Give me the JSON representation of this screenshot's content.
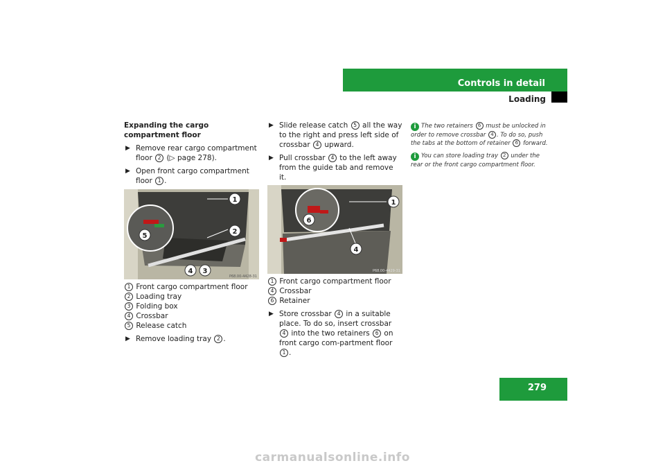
{
  "header": {
    "section": "Controls in detail",
    "subsection": "Loading"
  },
  "page_number": "279",
  "col1": {
    "heading": "Expanding the cargo compartment floor",
    "step1": {
      "pre": "Remove rear cargo compartment floor ",
      "num": "2",
      "post": " (▷ page 278)."
    },
    "step2": {
      "pre": "Open front cargo compartment floor ",
      "num": "1",
      "post": "."
    },
    "photo_ref": "P68.00-4428-31",
    "captions": [
      {
        "num": "1",
        "text": "Front cargo compartment floor"
      },
      {
        "num": "2",
        "text": "Loading tray"
      },
      {
        "num": "3",
        "text": "Folding box"
      },
      {
        "num": "4",
        "text": "Crossbar"
      },
      {
        "num": "5",
        "text": "Release catch"
      }
    ],
    "step3": {
      "pre": "Remove loading tray ",
      "num": "2",
      "post": "."
    }
  },
  "col2": {
    "step1": {
      "a": "Slide release catch ",
      "n1": "5",
      "b": " all the way to the right and press left side of crossbar ",
      "n2": "4",
      "c": " upward."
    },
    "step2": {
      "a": "Pull crossbar ",
      "n1": "4",
      "b": " to the left away from the guide tab and remove it."
    },
    "photo_ref": "P68.00-4429-31",
    "captions": [
      {
        "num": "1",
        "text": "Front cargo compartment floor"
      },
      {
        "num": "4",
        "text": "Crossbar"
      },
      {
        "num": "6",
        "text": "Retainer"
      }
    ],
    "step3": {
      "a": "Store crossbar ",
      "n1": "4",
      "b": " in a suitable place. To do so, insert crossbar ",
      "n2": "4",
      "c": " into the two retainers ",
      "n3": "6",
      "d": " on front cargo com-partment floor ",
      "n4": "1",
      "e": "."
    }
  },
  "notes": {
    "note1": {
      "a": "The two retainers ",
      "n1": "6",
      "b": " must be unlocked in order to remove crossbar ",
      "n2": "4",
      "c": ". To do so, push the tabs at the bottom of retainer ",
      "n3": "6",
      "d": " forward."
    },
    "note2": {
      "a": "You can store loading tray ",
      "n1": "2",
      "b": " under the rear or the front cargo compartment floor."
    }
  },
  "icons": {
    "step": "arrow-right-icon",
    "info": "info-icon"
  },
  "colors": {
    "accent": "#1e9b3c"
  },
  "watermark": "carmanualsonline.info"
}
